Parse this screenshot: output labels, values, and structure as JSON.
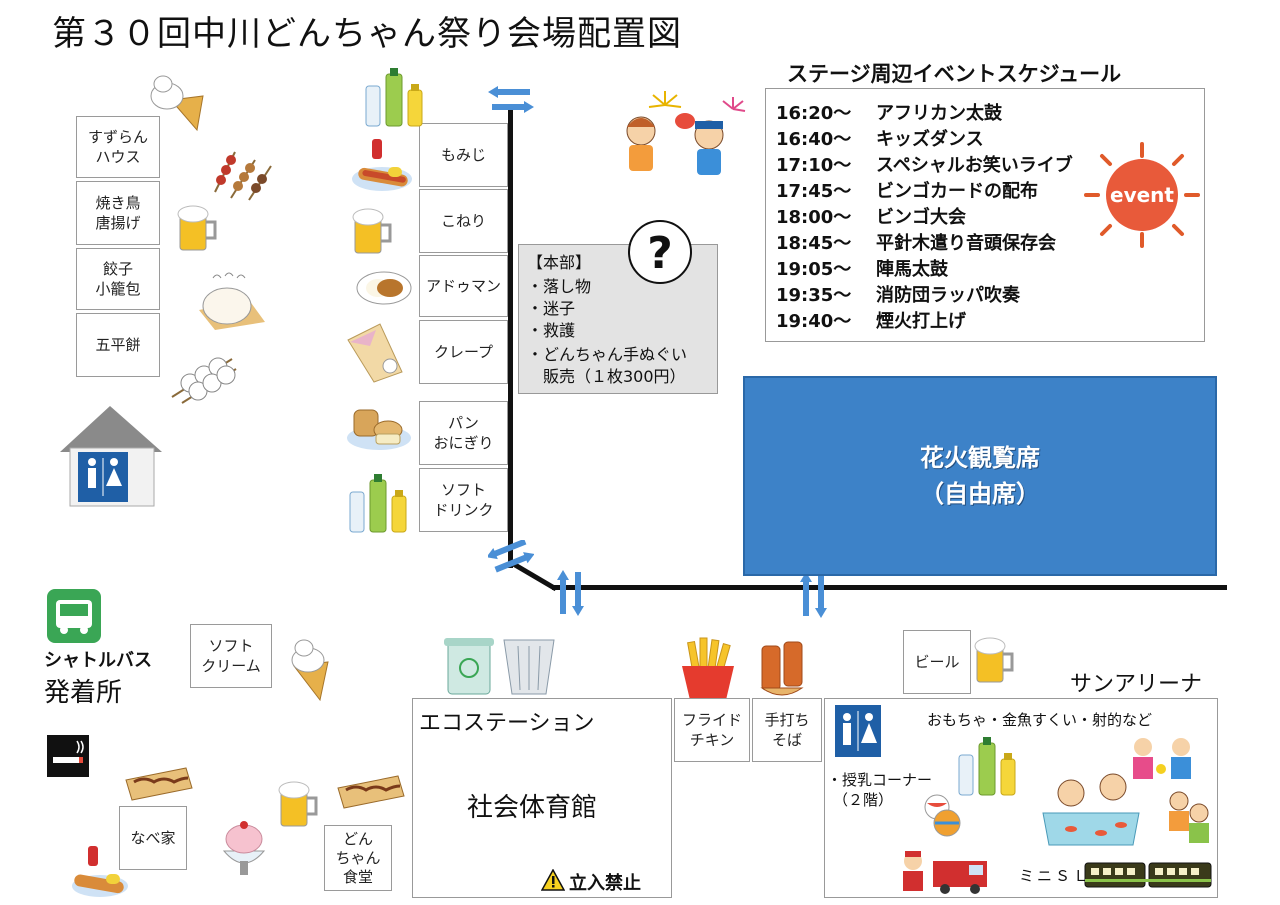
{
  "title": "第３０回中川どんちゃん祭り会場配置図",
  "schedule": {
    "heading": "ステージ周辺イベントスケジュール",
    "events": [
      {
        "time": "16:20～",
        "name": "アフリカン太鼓"
      },
      {
        "time": "16:40～",
        "name": "キッズダンス"
      },
      {
        "time": "17:10～",
        "name": "スペシャルお笑いライブ"
      },
      {
        "time": "17:45～",
        "name": "ビンゴカードの配布"
      },
      {
        "time": "18:00～",
        "name": "ビンゴ大会"
      },
      {
        "time": "18:45～",
        "name": "平針木遣り音頭保存会"
      },
      {
        "time": "19:05～",
        "name": "陣馬太鼓"
      },
      {
        "time": "19:35～",
        "name": "消防団ラッパ吹奏"
      },
      {
        "time": "19:40～",
        "name": "煙火打上げ"
      }
    ],
    "badge": "event"
  },
  "headquarters": {
    "heading": "【本部】",
    "items": [
      "・落し物",
      "・迷子",
      "・救護",
      "・どんちゃん手ぬぐい",
      "　販売（１枚300円）"
    ]
  },
  "fireworks_seating": {
    "line1": "花火観覧席",
    "line2": "（自由席）"
  },
  "left_stalls": [
    "すずらん\nハウス",
    "焼き鳥\n唐揚げ",
    "餃子\n小籠包",
    "五平餅"
  ],
  "middle_stalls": [
    "もみじ",
    "こねり",
    "アドゥマン",
    "クレープ",
    "パン\nおにぎり",
    "ソフト\nドリンク"
  ],
  "bottom_stalls": {
    "soft_cream": "ソフト\nクリーム",
    "nabeya": "なべ家",
    "donchan_shokudo": "どん\nちゃん\n食堂",
    "fried_chicken": "フライド\nチキン",
    "soba": "手打ち\nそば",
    "beer": "ビール"
  },
  "shuttle": {
    "line1": "シャトルバス",
    "line2": "発着所"
  },
  "gym": {
    "eco": "エコステーション",
    "name": "社会体育館",
    "warning": "立入禁止"
  },
  "sun_arena": {
    "name": "サンアリーナ",
    "activities": "おもちゃ・金魚すくい・射的など",
    "nursing": "・授乳コーナー",
    "nursing_floor": "（２階）",
    "mini_sl": "ミニＳＬ"
  },
  "colors": {
    "road": "#111111",
    "arrow": "#4a8fd6",
    "fireworks": "#3d82c8",
    "toilet": "#1f5fa6",
    "bus": "#3aa655",
    "hq_bg": "#e3e3e3"
  }
}
